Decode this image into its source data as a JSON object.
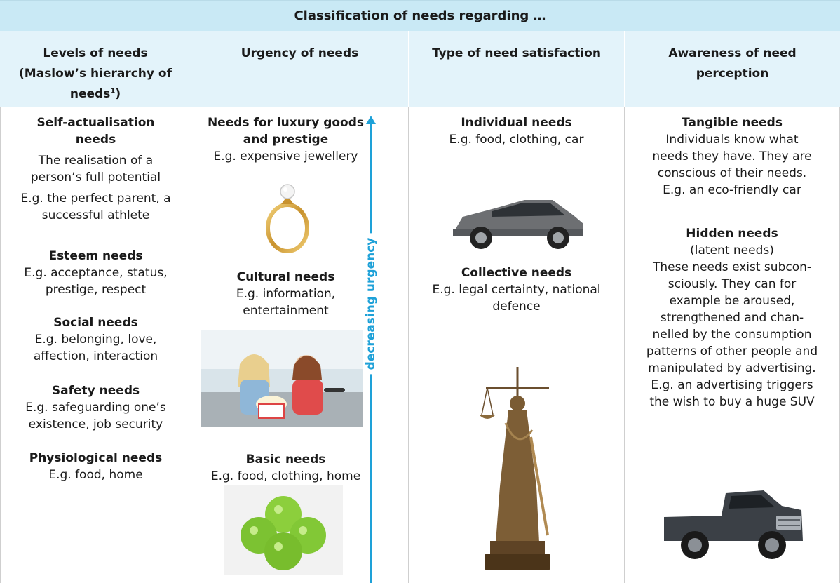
{
  "title": "Classification of needs regarding …",
  "headers": {
    "col1_line1": "Levels of needs",
    "col1_line2": "(Maslow’s hierarchy of",
    "col1_line3": "needs",
    "col1_sup": "1",
    "col1_close": ")",
    "col2": "Urgency of needs",
    "col3": "Type of need satisfaction",
    "col4_line1": "Awareness of need",
    "col4_line2": "perception"
  },
  "maslow": {
    "self_title_1": "Self-actualisation",
    "self_title_2": "needs",
    "self_desc_1": "The realisation of a",
    "self_desc_2": "person’s full potential",
    "self_eg_1": "E.g. the perfect parent, a",
    "self_eg_2": "successful athlete",
    "esteem_title": "Esteem needs",
    "esteem_eg_1": "E.g. acceptance, status,",
    "esteem_eg_2": "prestige, respect",
    "social_title": "Social needs",
    "social_eg_1": "E.g. belonging, love,",
    "social_eg_2": "affection, interaction",
    "safety_title": "Safety needs",
    "safety_eg_1": "E.g. safeguarding one’s",
    "safety_eg_2": "existence, job security",
    "phys_title": "Physiological needs",
    "phys_eg": "E.g. food, home"
  },
  "urgency": {
    "luxury_title_1": "Needs for luxury goods",
    "luxury_title_2": "and prestige",
    "luxury_eg": "E.g. expensive jewellery",
    "cultural_title": "Cultural needs",
    "cultural_eg_1": "E.g. information,",
    "cultural_eg_2": "entertainment",
    "basic_title": "Basic needs",
    "basic_eg": "E.g. food, clothing, home",
    "arrow_label": "decreasing urgency"
  },
  "satisfaction": {
    "individual_title": "Individual needs",
    "individual_eg": "E.g. food, clothing, car",
    "collective_title": "Collective needs",
    "collective_eg_1": "E.g. legal certainty, national",
    "collective_eg_2": "defence"
  },
  "awareness": {
    "tangible_title": "Tangible needs",
    "tangible_desc_1": "Individuals know what",
    "tangible_desc_2": "needs they have. They are",
    "tangible_desc_3": "conscious of their needs.",
    "tangible_eg": "E.g. an eco-friendly car",
    "hidden_title": "Hidden needs",
    "hidden_sub": "(latent needs)",
    "hidden_desc_1": "These needs exist subcon-",
    "hidden_desc_2": "sciously. They can for",
    "hidden_desc_3": "example be aroused,",
    "hidden_desc_4": "strengthened and chan-",
    "hidden_desc_5": "nelled by the consumption",
    "hidden_desc_6": "patterns of other people and",
    "hidden_desc_7": "manipulated by advertising.",
    "hidden_eg_1": "E.g. an advertising triggers",
    "hidden_eg_2": "the wish to buy a huge SUV"
  },
  "colors": {
    "title_bg": "#c9e9f5",
    "header_bg": "#e3f3fa",
    "accent": "#1ea1d8"
  },
  "images": [
    "ring-image",
    "friends-popcorn-image",
    "green-apples-image",
    "hatchback-car-image",
    "justice-statue-image",
    "pickup-truck-image"
  ]
}
